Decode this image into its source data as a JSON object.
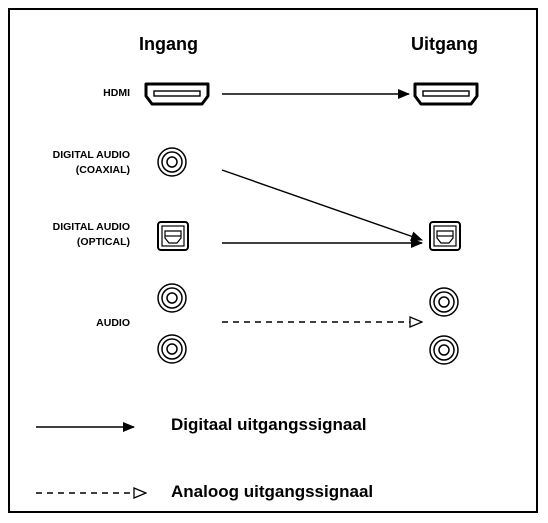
{
  "headers": {
    "input": "Ingang",
    "output": "Uitgang"
  },
  "rows": {
    "hdmi": "HDMI",
    "coaxial": "DIGITAL AUDIO\n(COAXIAL)",
    "optical": "DIGITAL AUDIO\n(OPTICAL)",
    "audio": "AUDIO"
  },
  "legend": {
    "digital": "Digitaal uitgangssignaal",
    "analog": "Analoog uitgangssignaal"
  },
  "icons": {
    "hdmi": "hdmi-port-icon",
    "coaxial": "rca-jack-icon",
    "optical": "optical-port-icon",
    "audio": "rca-jack-icon"
  }
}
